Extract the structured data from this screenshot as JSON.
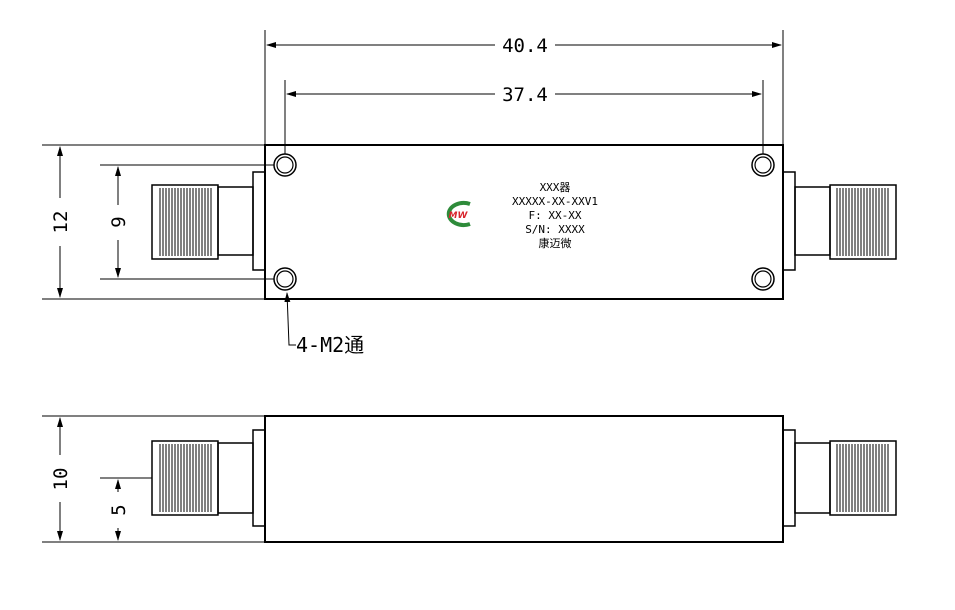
{
  "dimensions": {
    "total_length": "40.4",
    "hole_spacing": "37.4",
    "height": "12",
    "hole_vertical_spacing": "9",
    "thickness": "10",
    "connector_offset": "5"
  },
  "callout": {
    "holes": "4-M2通"
  },
  "label": {
    "line1": "XXX器",
    "line2": "XXXXX-XX-XXV1",
    "line3": "F: XX-XX",
    "line4": "S/N: XXXX",
    "line5": "康迈微",
    "logo_text": "MW"
  },
  "colors": {
    "line": "#000000",
    "logo_green": "#2e8b3a",
    "logo_red": "#d8262d"
  }
}
